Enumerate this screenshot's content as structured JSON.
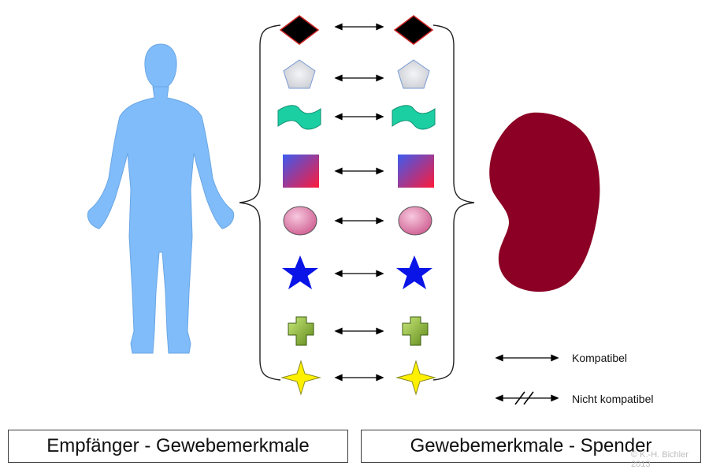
{
  "labels": {
    "recipient": "Empfänger - Gewebemerkmale",
    "donor": "Gewebemerkmale - Spender"
  },
  "legend": {
    "compatible": "Kompatibel",
    "incompatible": "Nicht kompatibel"
  },
  "copyright": {
    "line1": "© K.-H. Bichler",
    "line2": "2013"
  },
  "figures": {
    "body": "human-body-silhouette",
    "organ": "kidney"
  },
  "tissue_markers": [
    {
      "shape": "diamond",
      "relation": "compatible"
    },
    {
      "shape": "pentagon",
      "relation": "compatible"
    },
    {
      "shape": "wave-flag",
      "relation": "compatible"
    },
    {
      "shape": "gradient-square",
      "relation": "compatible"
    },
    {
      "shape": "ellipse",
      "relation": "compatible"
    },
    {
      "shape": "five-point-star",
      "relation": "compatible"
    },
    {
      "shape": "cross",
      "relation": "compatible"
    },
    {
      "shape": "four-point-star",
      "relation": "compatible"
    }
  ],
  "colors": {
    "body": "#80bcfa",
    "kidney": "#8b0024",
    "diamond": "#000000",
    "diamond_border": "#cc2222",
    "pentagon": "#e3e6ea",
    "wave": "#1ccfa3",
    "gradient_start": "#3b5bf0",
    "gradient_end": "#ff1a3a",
    "ellipse": "#e590b6",
    "star5": "#0a14e6",
    "cross": "#96c03a",
    "star4": "#fff000"
  }
}
